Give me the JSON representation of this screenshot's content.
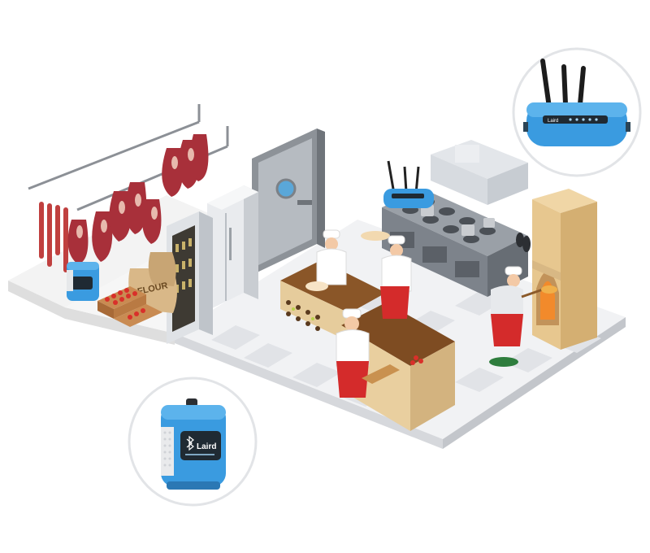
{
  "scene": {
    "flour_sack_label": "FLOUR",
    "sensor_brand": "Laird",
    "router_brand": "Laird"
  },
  "icons": {
    "sensor_badge": "bluetooth-icon",
    "router_badge": "wifi-antenna-icon"
  },
  "colors": {
    "device_blue": "#3a9be0",
    "device_dark": "#1f2a33",
    "chef_red": "#d42b2b",
    "meat_red": "#b5323b",
    "counter_wood": "#a8743d",
    "oven_tan": "#e7c78f"
  }
}
